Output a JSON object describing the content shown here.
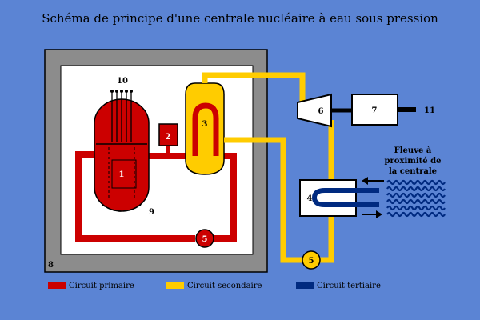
{
  "title": "Schéma de principe d'une centrale nucléaire à eau sous pression",
  "labels": {
    "reactor": "1",
    "pressurizer": "2",
    "steam_generator": "3",
    "condenser": "4",
    "pump_primary": "5",
    "pump_secondary": "5",
    "turbine": "6",
    "alternator": "7",
    "containment": "8",
    "vessel": "9",
    "control_rods": "10",
    "grid": "11"
  },
  "river": {
    "line1": "Fleuve à",
    "line2": "proximité de",
    "line3": "la centrale"
  },
  "legend": {
    "primary": "Circuit primaire",
    "secondary": "Circuit secondaire",
    "tertiary": "Circuit tertiaire"
  },
  "colors": {
    "background": "#5b84d4",
    "containment": "#8c8c8c",
    "primary": "#cc0000",
    "secondary": "#ffcc00",
    "tertiary": "#002a80"
  }
}
